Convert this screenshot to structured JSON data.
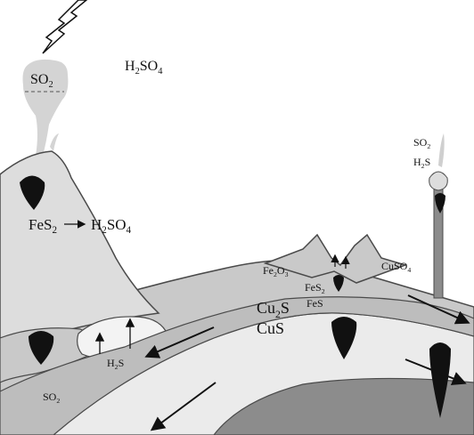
{
  "labels": {
    "so2_cloud": {
      "main": "SO",
      "sub": "2"
    },
    "h2so4_sky": {
      "a": "H",
      "sub": "2",
      "b": "SO",
      "sub2": "4"
    },
    "fes2_volcano": {
      "a": "FeS",
      "sub": "2"
    },
    "h2so4_volcano": {
      "a": "H",
      "sub": "2",
      "b": "SO",
      "sub2": "4"
    },
    "h2s_chamber": {
      "a": "H",
      "sub": "2",
      "b": "S"
    },
    "so2_bottom": {
      "a": "SO",
      "sub": "2"
    },
    "fe2o3": {
      "a": "Fe",
      "sub": "2",
      "b": "O",
      "sub2": "3"
    },
    "cuso4": {
      "a": "CuSO",
      "sub": "4"
    },
    "fes2_peak": {
      "a": "FeS",
      "sub": "2"
    },
    "fes": "FeS",
    "cu2s": {
      "a": "Cu",
      "sub": "2",
      "b": "S"
    },
    "cus": "CuS",
    "so2_chimney": {
      "a": "SO",
      "sub": "2"
    },
    "h2s_chimney": {
      "a": "H",
      "sub": "2",
      "b": "S"
    }
  },
  "colors": {
    "crust": "#c9c9c9",
    "volcano": "#dddddd",
    "light_layer": "#ebebeb",
    "mantle": "#8c8c8c",
    "outline": "#4a4a4a",
    "magma": "#111111"
  },
  "icons": [
    "lightning-bolt-icon"
  ]
}
